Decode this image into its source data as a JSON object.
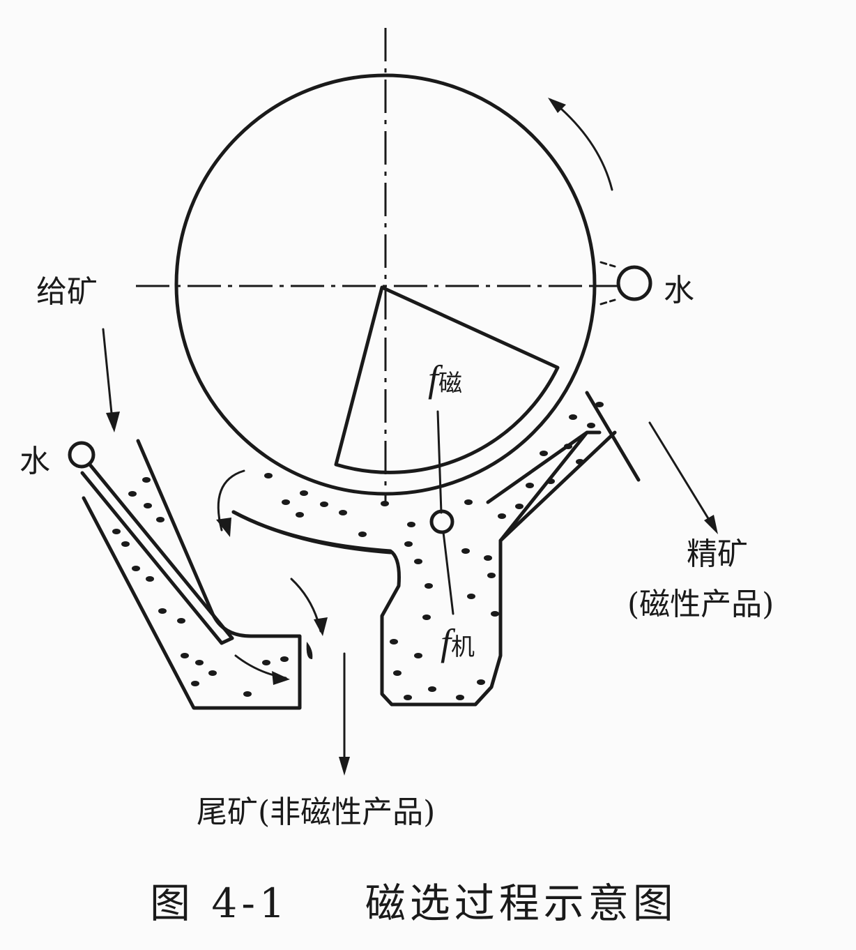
{
  "diagram": {
    "type": "process-schematic",
    "subject": "magnetic separation drum",
    "colors": {
      "line": "#1a1a1a",
      "background": "#fbfbfb"
    },
    "labels": {
      "feed": "给矿",
      "water_left": "水",
      "water_right": "水",
      "magnetic_force_symbol": "f",
      "magnetic_force_sub": "磁",
      "mechanical_force_symbol": "f",
      "mechanical_force_sub": "机",
      "concentrate": "精矿",
      "concentrate_note": "(磁性产品)",
      "tailings": "尾矿(非磁性产品)"
    },
    "caption": {
      "figure_number": "图 4-1",
      "title": "磁选过程示意图"
    },
    "components": [
      "rotating-drum",
      "magnet-system-sector",
      "feed-box",
      "water-pipe",
      "separation-tank",
      "concentrate-launder",
      "tailings-outlet",
      "spray-water-nozzle"
    ],
    "flows": [
      {
        "from": "feed",
        "to": "feed-box"
      },
      {
        "from": "drum-rotation",
        "direction": "counter-clockwise"
      },
      {
        "from": "tank",
        "to": "concentrate",
        "label": "精矿(磁性产品)"
      },
      {
        "from": "tank",
        "to": "tailings",
        "label": "尾矿(非磁性产品)"
      }
    ]
  }
}
